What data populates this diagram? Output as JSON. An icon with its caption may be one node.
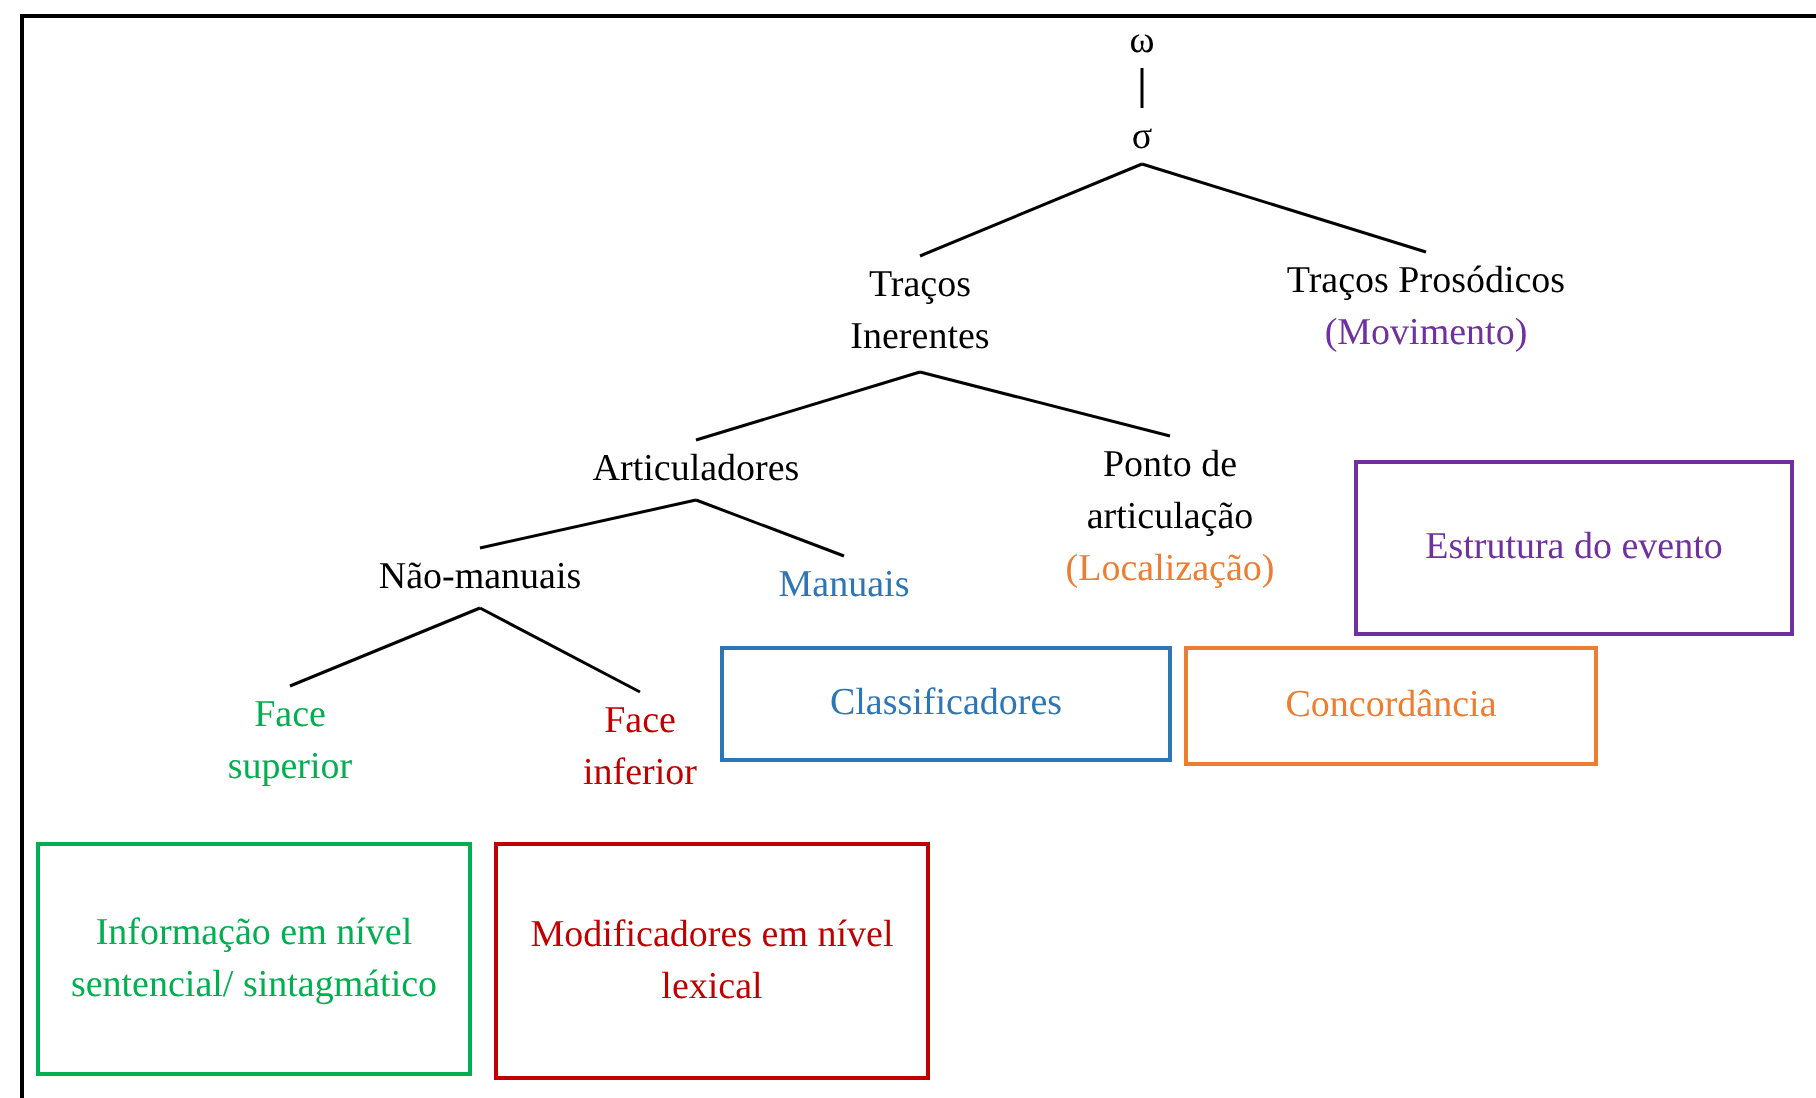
{
  "diagram": {
    "nodes": [
      {
        "text": [
          "ω"
        ]
      },
      {
        "text": [
          "σ"
        ]
      },
      {
        "text": [
          "Traços Inerentes"
        ]
      },
      {
        "text": [
          "Traços Prosódicos",
          "(Movimento)"
        ]
      },
      {
        "text": [
          "Articuladores"
        ]
      },
      {
        "text": [
          "Ponto de articulação",
          "(Localização)"
        ]
      },
      {
        "text": [
          "Não-manuais"
        ]
      },
      {
        "text": [
          "Manuais"
        ]
      },
      {
        "text": [
          "Face superior"
        ]
      },
      {
        "text": [
          "Face inferior"
        ]
      },
      {
        "text": [
          "Estrutura do evento"
        ]
      },
      {
        "text": [
          "Classificadores"
        ]
      },
      {
        "text": [
          "Concordância"
        ]
      },
      {
        "text": [
          "Informação em nível sentencial/ sintagmático"
        ]
      },
      {
        "text": [
          "Modificadores em nível lexical"
        ]
      }
    ],
    "edges": [
      {
        "from": 0,
        "to": 1,
        "arrow": "none"
      },
      {
        "from": 1,
        "to": 2,
        "arrow": "none"
      },
      {
        "from": 1,
        "to": 3,
        "arrow": "none"
      },
      {
        "from": 2,
        "to": 4,
        "arrow": "none"
      },
      {
        "from": 2,
        "to": 5,
        "arrow": "none"
      },
      {
        "from": 4,
        "to": 6,
        "arrow": "none"
      },
      {
        "from": 4,
        "to": 7,
        "arrow": "none"
      },
      {
        "from": 6,
        "to": 8,
        "arrow": "none"
      },
      {
        "from": 6,
        "to": 9,
        "arrow": "none"
      }
    ]
  }
}
